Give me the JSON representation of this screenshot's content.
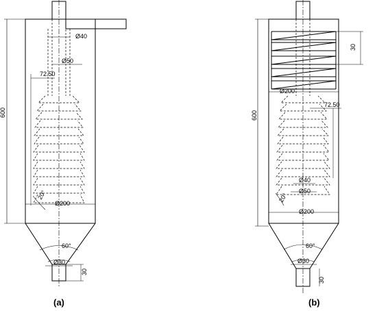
{
  "diagram_a": {
    "caption": "(a)",
    "dims": {
      "height": "600",
      "outlet": "Ø40",
      "inner_tube": "Ø50",
      "spacing": "72.50",
      "angle_side": "20°",
      "body": "Ø200",
      "cone_angle": "60°",
      "bottom": "Ø30",
      "bottom_len": "30"
    }
  },
  "diagram_b": {
    "caption": "(b)",
    "dims": {
      "height": "600",
      "pitch": "30",
      "upper_body": "Ø200",
      "spacing": "72.50",
      "inner_tube": "Ø40",
      "inner_tube_2": "Ø50",
      "angle_side": "20°",
      "body": "Ø200",
      "cone_angle": "60°",
      "bottom": "Ø30",
      "bottom_len": "30"
    }
  },
  "colors": {
    "line": "#000000",
    "background": "#ffffff"
  }
}
